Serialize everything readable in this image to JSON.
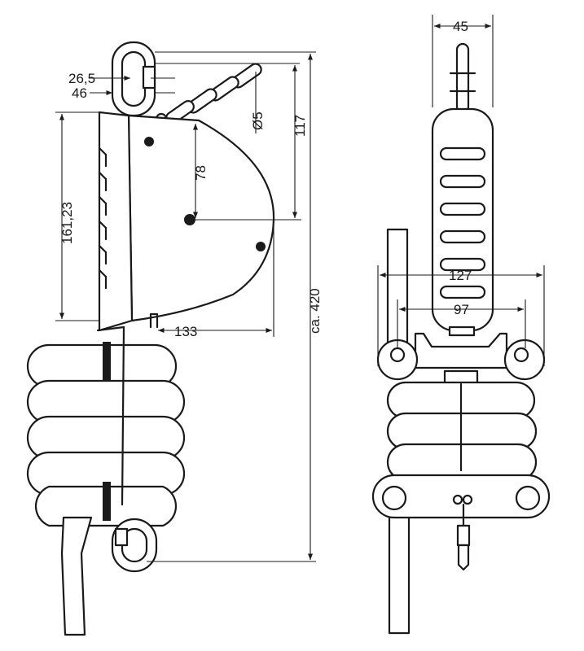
{
  "dimensions": {
    "dim_26_5": "26,5",
    "dim_46": "46",
    "dim_d5": "Ø5",
    "dim_117": "117",
    "dim_78": "78",
    "dim_161_23": "161,23",
    "dim_133": "133",
    "dim_ca_420": "ca. 420",
    "dim_45": "45",
    "dim_127": "127",
    "dim_97": "97"
  },
  "views": [
    "side-view",
    "front-view"
  ],
  "colors": {
    "line": "#1a1a1a",
    "background": "#ffffff"
  }
}
